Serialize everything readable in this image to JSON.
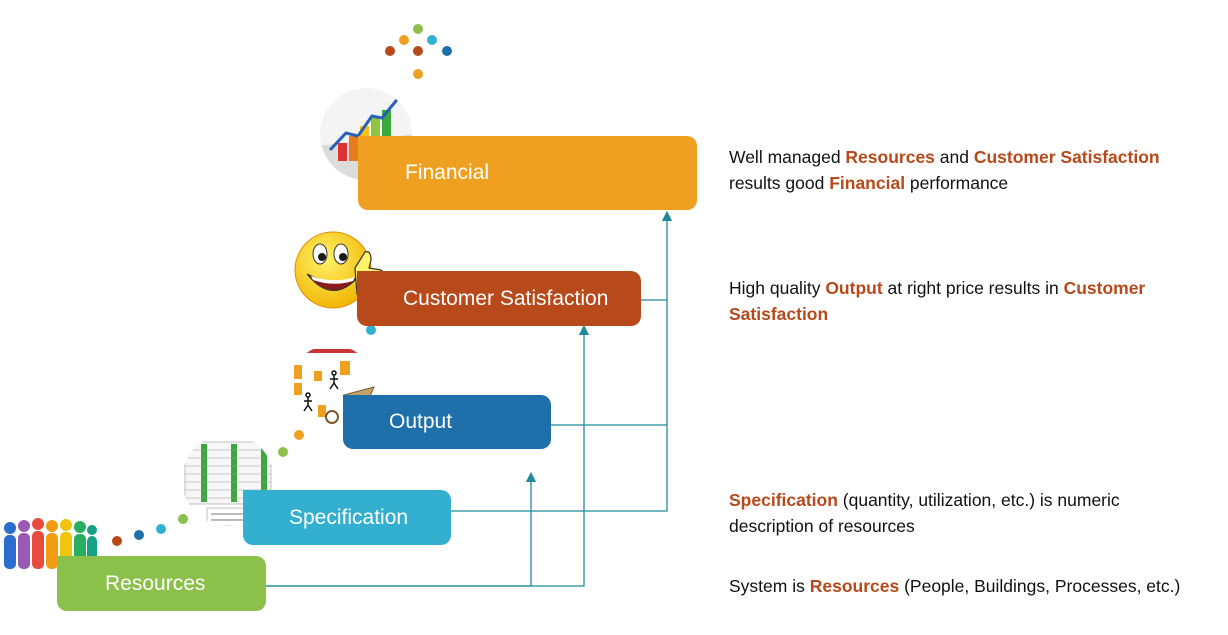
{
  "boxes": {
    "financial": "Financial",
    "customer": "Customer Satisfaction",
    "output": "Output",
    "specification": "Specification",
    "resources": "Resources"
  },
  "descriptions": {
    "d1": {
      "p1": "Well managed ",
      "h1": "Resources",
      "p2": " and ",
      "h2": "Customer Satisfaction",
      "p3": " results good ",
      "h3": "Financial",
      "p4": " performance"
    },
    "d2": {
      "p1": "High quality ",
      "h1": "Output",
      "p2": " at right price results in ",
      "h2": "Customer Satisfaction"
    },
    "d3": {
      "h1": "Specification",
      "p1": " (quantity, utilization, etc.) is numeric description of resources"
    },
    "d4": {
      "p1": "System is ",
      "h1": "Resources",
      "p2": " (People, Buildings, Processes, etc.)"
    }
  },
  "icons": {
    "financial": "bar-chart-growth-icon",
    "customer": "smiley-thumbs-up-icon",
    "output": "production-process-icon",
    "specification": "numbers-table-icon",
    "resources": "people-group-icon"
  },
  "colors": {
    "financial": "#f0a020",
    "customer": "#b7491b",
    "output": "#1f6fab",
    "specification": "#33b0d0",
    "resources": "#8bc04a",
    "connector": "#1f8a9a",
    "highlight": "#b7491b"
  }
}
